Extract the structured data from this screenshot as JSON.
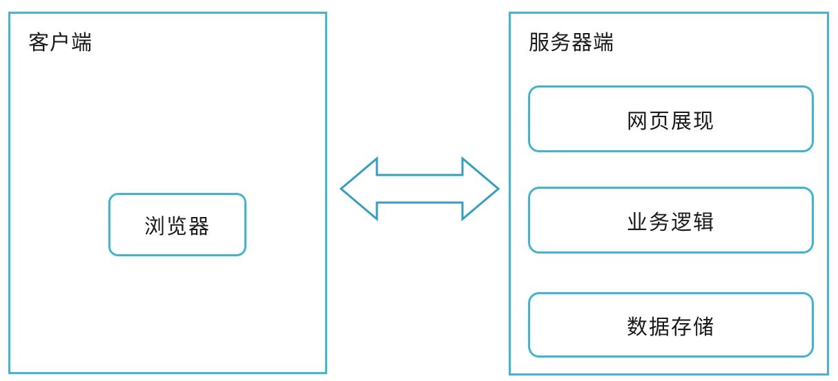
{
  "diagram": {
    "type": "architecture-block-diagram",
    "title": "",
    "accent_color": "#3fb6d8",
    "arrow_color": "#2f9fc4",
    "text_color": "#1a1a1a",
    "background_color": "#ffffff",
    "panels": [
      {
        "id": "client",
        "title": "客户端",
        "nodes": [
          {
            "id": "browser",
            "label": "浏览器"
          }
        ]
      },
      {
        "id": "server",
        "title": "服务器端",
        "nodes": [
          {
            "id": "web-presentation",
            "label": "网页展现"
          },
          {
            "id": "business-logic",
            "label": "业务逻辑"
          },
          {
            "id": "data-storage",
            "label": "数据存储"
          }
        ]
      }
    ],
    "connector": {
      "id": "client-server-link",
      "icon": "double-headed-arrow",
      "label": "",
      "direction": "bidirectional"
    }
  }
}
